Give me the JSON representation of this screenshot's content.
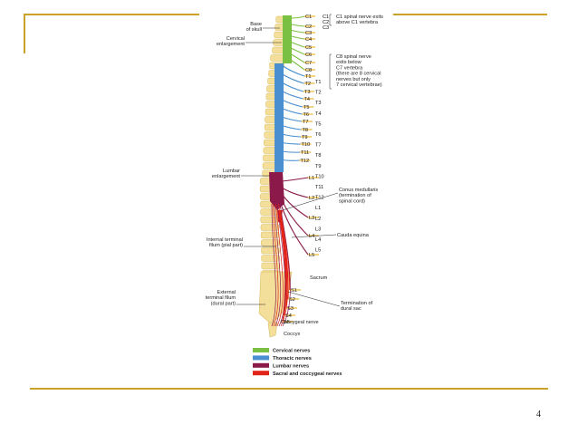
{
  "slide": {
    "page_number": "4"
  },
  "colors": {
    "frame": "#c9a227",
    "cervical": "#7ac143",
    "thoracic": "#4a8fd0",
    "lumbar": "#8b1a4a",
    "sacral": "#e2231a",
    "bone": "#f3df9a",
    "nerve": "#f0c24a"
  },
  "figure": {
    "annotations": {
      "base_of_skull": [
        "Base",
        "of skull"
      ],
      "cervical_enlargement": [
        "Cervical",
        "enlargement"
      ],
      "c1_note": [
        "C1 spinal nerve exits",
        "above C1 vertebra"
      ],
      "c8_note": [
        "C8 spinal nerve",
        "exits below",
        "C7 vertebra",
        "(there are 8 cervical",
        "nerves but only",
        "7 cervical vertebrae)"
      ],
      "lumbar_enlargement": [
        "Lumbar",
        "enlargement"
      ],
      "conus": [
        "Conus medullaris",
        "(termination of",
        "spinal cord)"
      ],
      "cauda": [
        "Cauda equina"
      ],
      "internal_filum": [
        "Internal terminal",
        "filum (pial part)"
      ],
      "external_filum": [
        "External",
        "terminal filum",
        "(dural part)"
      ],
      "dural_sac": [
        "Termination of",
        "dural sac"
      ],
      "sacrum": [
        "Sacrum"
      ],
      "coccygeal_nerve": [
        "Coccygeal nerve"
      ],
      "coccyx": [
        "Coccyx"
      ]
    },
    "segments": [
      {
        "label": "C1",
        "group": "cervical"
      },
      {
        "label": "C2",
        "group": "cervical"
      },
      {
        "label": "C3",
        "group": "cervical"
      },
      {
        "label": "C1",
        "group": "cervical"
      },
      {
        "label": "C2",
        "group": "cervical"
      },
      {
        "label": "C3",
        "group": "cervical"
      },
      {
        "label": "C4",
        "group": "cervical"
      },
      {
        "label": "C5",
        "group": "cervical"
      },
      {
        "label": "C6",
        "group": "cervical"
      },
      {
        "label": "C7",
        "group": "cervical"
      },
      {
        "label": "C8",
        "group": "cervical"
      },
      {
        "label": "T1",
        "group": "thoracic"
      },
      {
        "label": "T2",
        "group": "thoracic"
      },
      {
        "label": "T3",
        "group": "thoracic"
      },
      {
        "label": "T4",
        "group": "thoracic"
      },
      {
        "label": "T5",
        "group": "thoracic"
      },
      {
        "label": "T6",
        "group": "thoracic"
      },
      {
        "label": "T7",
        "group": "thoracic"
      },
      {
        "label": "T8",
        "group": "thoracic"
      },
      {
        "label": "T9",
        "group": "thoracic"
      },
      {
        "label": "T10",
        "group": "thoracic"
      },
      {
        "label": "T11",
        "group": "thoracic"
      },
      {
        "label": "T12",
        "group": "thoracic"
      },
      {
        "label": "L1",
        "group": "lumbar"
      },
      {
        "label": "L2",
        "group": "lumbar"
      },
      {
        "label": "L3",
        "group": "lumbar"
      },
      {
        "label": "L4",
        "group": "lumbar"
      },
      {
        "label": "L5",
        "group": "lumbar"
      },
      {
        "label": "S1",
        "group": "sacral"
      },
      {
        "label": "S2",
        "group": "sacral"
      },
      {
        "label": "S3",
        "group": "sacral"
      },
      {
        "label": "S4",
        "group": "sacral"
      },
      {
        "label": "S5",
        "group": "sacral"
      }
    ],
    "vertebra_labels": [
      "T1",
      "T2",
      "T3",
      "T4",
      "T5",
      "T6",
      "T7",
      "T8",
      "T9",
      "T10",
      "T11",
      "T12",
      "L1",
      "L2",
      "L3",
      "L4",
      "L5"
    ],
    "legend": [
      {
        "label": "Cervical nerves",
        "color": "#7ac143"
      },
      {
        "label": "Thoracic nerves",
        "color": "#4a8fd0"
      },
      {
        "label": "Lumbar nerves",
        "color": "#8b1a4a"
      },
      {
        "label": "Sacral and coccygeal nerves",
        "color": "#e2231a"
      }
    ]
  }
}
